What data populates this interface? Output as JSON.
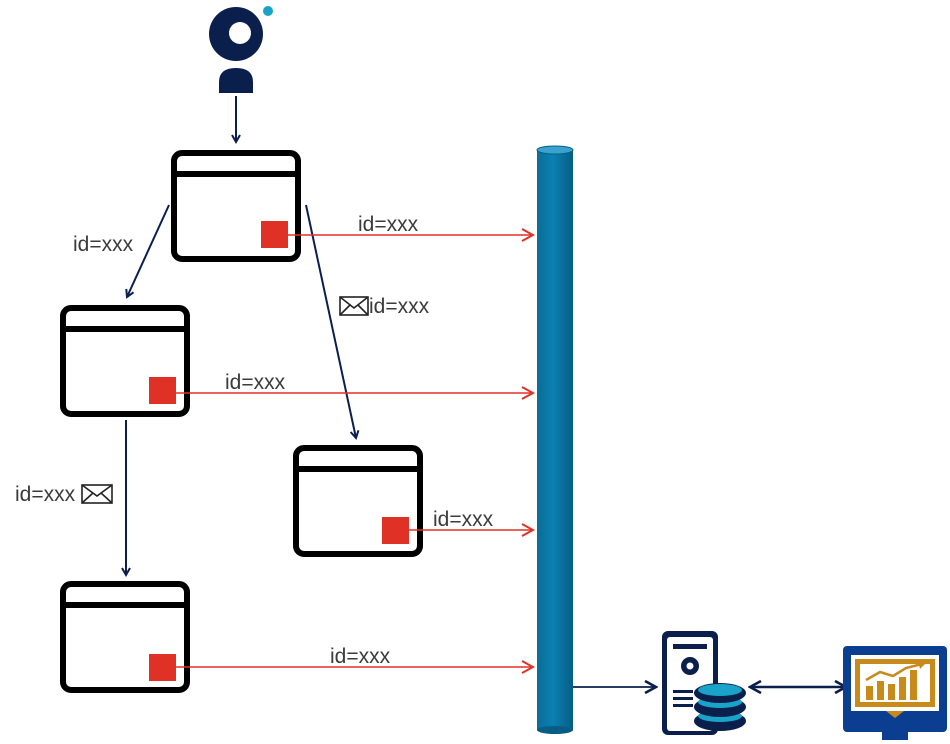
{
  "labels": {
    "browser1_to_bus": "id=xxx",
    "browser1_to_browser2": "id=xxx",
    "browser1_to_browser3_email": "id=xxx",
    "browser2_to_bus": "id=xxx",
    "browser2_to_browser4_email": "id=xxx",
    "browser3_to_bus": "id=xxx",
    "browser4_to_bus": "id=xxx"
  },
  "icons": {
    "user": "user-icon",
    "browser": "browser-window-icon",
    "tracking_pixel": "tracking-pixel-icon",
    "email": "envelope-icon",
    "message_bus": "message-bus-pipe",
    "server": "server-database-icon",
    "dashboard": "analytics-dashboard-icon"
  },
  "colors": {
    "navy": "#0b1f4d",
    "accent_cyan": "#1aa3c8",
    "tracking_red": "#e03127",
    "pipe_blue": "#0777a8",
    "dashboard_orange": "#c98a1c",
    "dashboard_blue": "#0b3d91"
  }
}
